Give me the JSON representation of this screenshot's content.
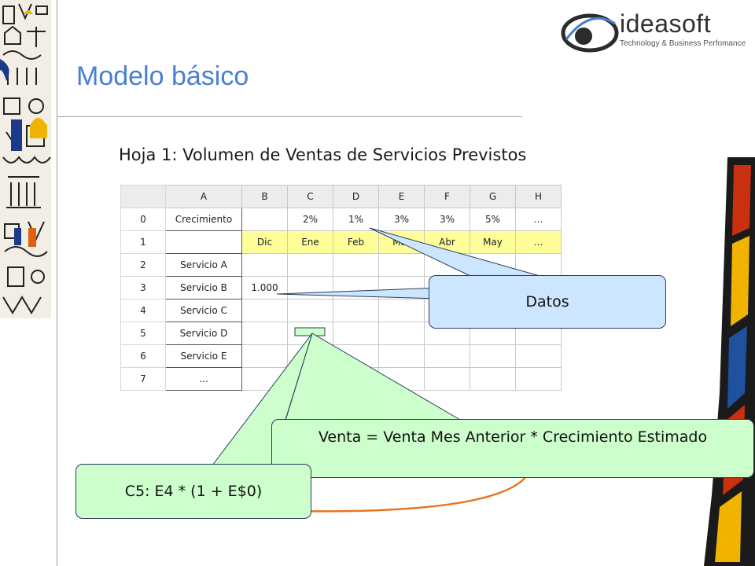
{
  "slide": {
    "title": "Modelo básico",
    "subtitle": "Hoja 1: Volumen de Ventas de Servicios Previstos"
  },
  "logo": {
    "name": "ideasoft",
    "tagline": "Technology & Business Perfomance"
  },
  "spreadsheet": {
    "column_headers": [
      "",
      "A",
      "B",
      "C",
      "D",
      "E",
      "F",
      "G",
      "H"
    ],
    "rows": [
      [
        "0",
        "Crecimiento",
        "",
        "2%",
        "1%",
        "3%",
        "3%",
        "5%",
        "…"
      ],
      [
        "1",
        "",
        "Dic",
        "Ene",
        "Feb",
        "Mar",
        "Abr",
        "May",
        "…"
      ],
      [
        "2",
        "Servicio A",
        "",
        "",
        "",
        "",
        "",
        "",
        ""
      ],
      [
        "3",
        "Servicio B",
        "1.000",
        "",
        "",
        "",
        "",
        "",
        ""
      ],
      [
        "4",
        "Servicio C",
        "",
        "",
        "",
        "",
        "",
        "",
        ""
      ],
      [
        "5",
        "Servicio D",
        "",
        "",
        "",
        "",
        "",
        "",
        ""
      ],
      [
        "6",
        "Servicio E",
        "",
        "",
        "",
        "",
        "",
        "",
        ""
      ],
      [
        "7",
        "…",
        "",
        "",
        "",
        "",
        "",
        "",
        ""
      ]
    ]
  },
  "callouts": {
    "datos": "Datos",
    "venta": "Venta = Venta Mes Anterior * Crecimiento Estimado",
    "formula": "C5: E4 * (1 + E$0)"
  },
  "colors": {
    "title": "#4a7fd0",
    "month_row": "#ffff99",
    "callout_blue": "#cce6ff",
    "callout_green": "#ccffcc",
    "arrow": "#e8741e"
  }
}
